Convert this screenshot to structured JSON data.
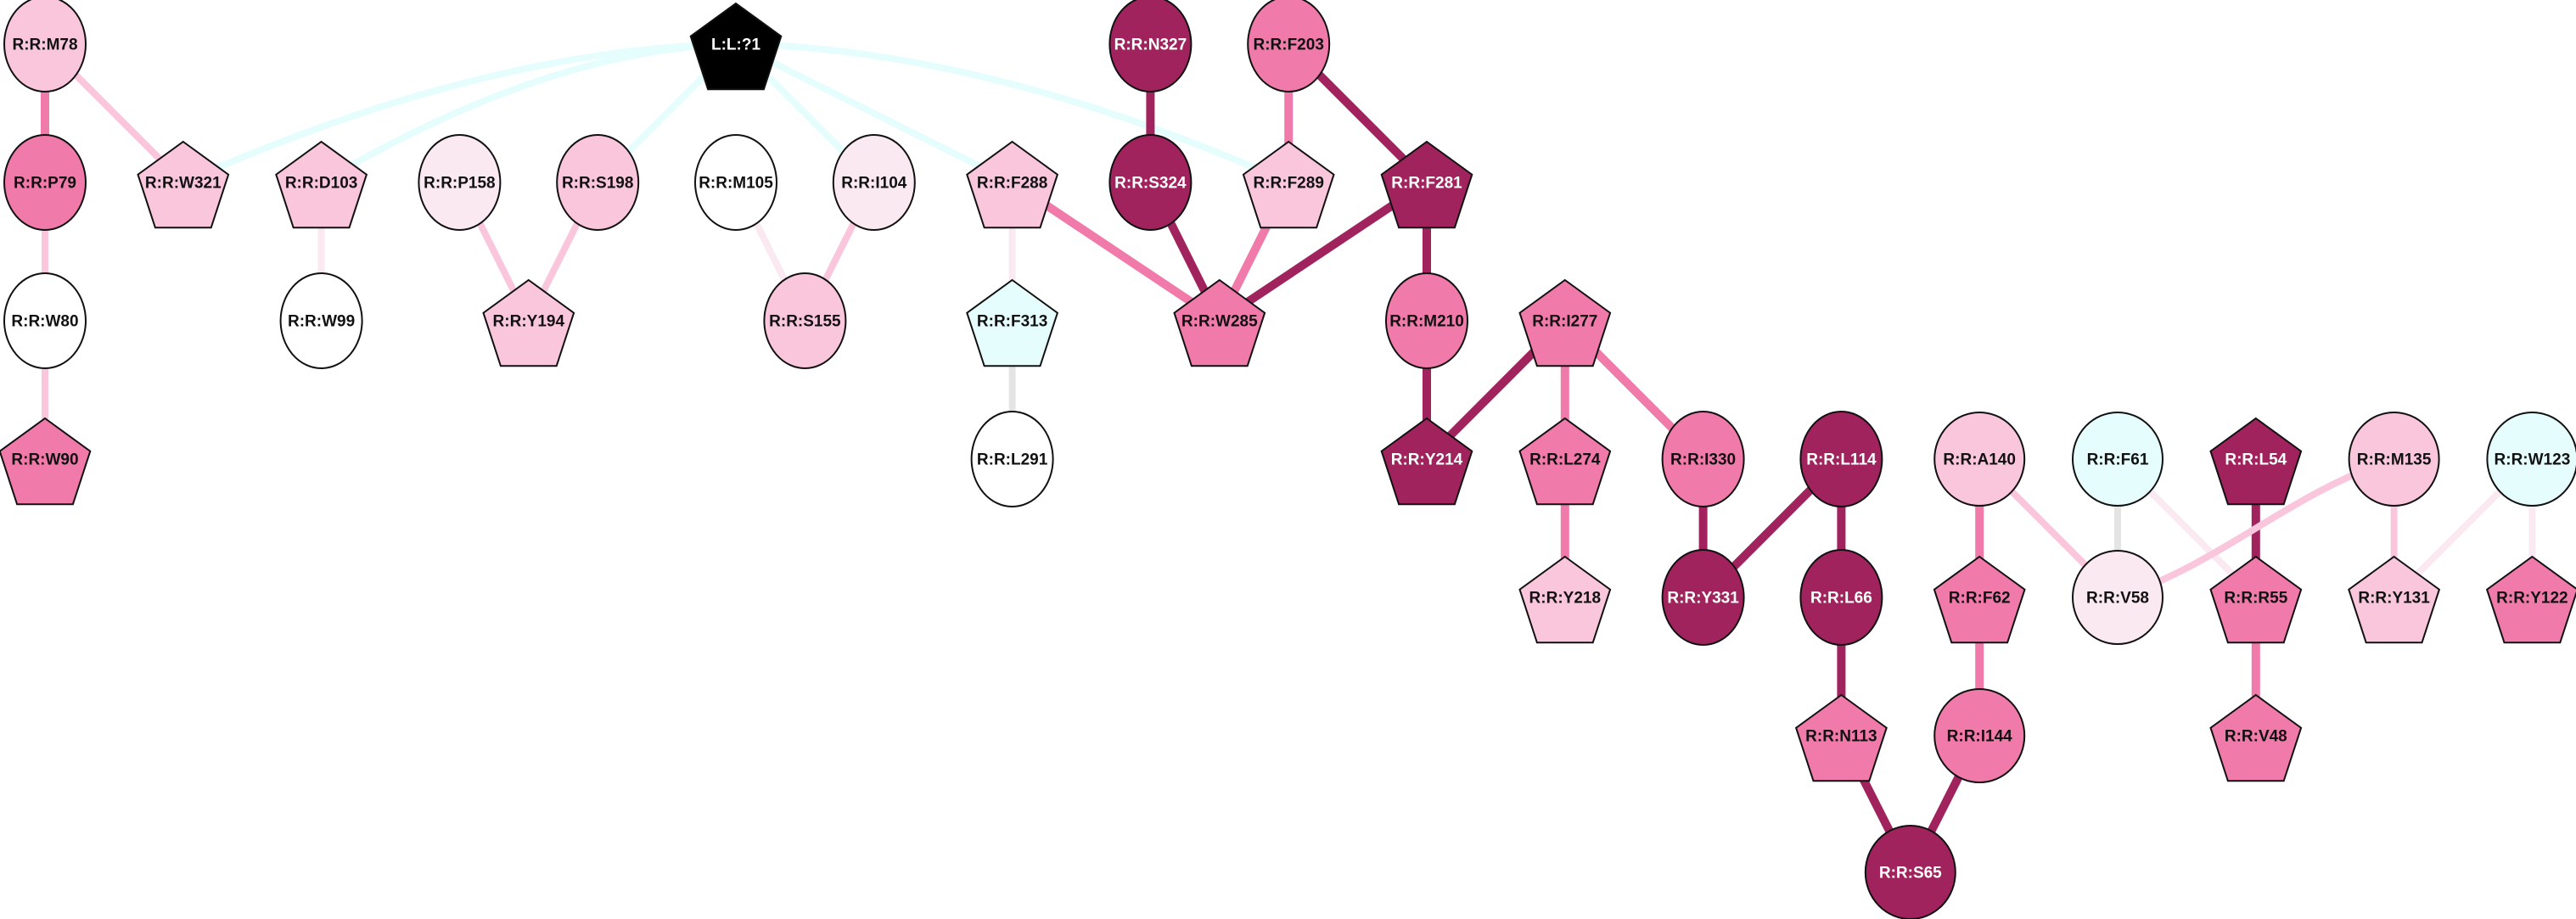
{
  "diagram": {
    "type": "residue-interaction-network",
    "colors": {
      "ligand": "#000000",
      "dark": "#a0235e",
      "medium": "#f07aa9",
      "light": "#f9c6dc",
      "lightest": "#fbe9f1",
      "white": "#ffffff",
      "cyan": "#e6fdfd",
      "gray": "#e4e4e4",
      "text_dark": "#111111",
      "text_light": "#ffffff"
    },
    "nodes": [
      {
        "id": "M78",
        "label": "R:R:M78",
        "shape": "ellipse",
        "fill": "light"
      },
      {
        "id": "L1",
        "label": "L:L:?1",
        "shape": "pentagon",
        "fill": "ligand"
      },
      {
        "id": "N327",
        "label": "R:R:N327",
        "shape": "ellipse",
        "fill": "dark"
      },
      {
        "id": "F203",
        "label": "R:R:F203",
        "shape": "ellipse",
        "fill": "medium"
      },
      {
        "id": "P79",
        "label": "R:R:P79",
        "shape": "ellipse",
        "fill": "medium"
      },
      {
        "id": "W321",
        "label": "R:R:W321",
        "shape": "pentagon",
        "fill": "light"
      },
      {
        "id": "D103",
        "label": "R:R:D103",
        "shape": "pentagon",
        "fill": "light"
      },
      {
        "id": "P158",
        "label": "R:R:P158",
        "shape": "ellipse",
        "fill": "lightest"
      },
      {
        "id": "S198",
        "label": "R:R:S198",
        "shape": "ellipse",
        "fill": "light"
      },
      {
        "id": "M105",
        "label": "R:R:M105",
        "shape": "ellipse",
        "fill": "white"
      },
      {
        "id": "I104",
        "label": "R:R:I104",
        "shape": "ellipse",
        "fill": "lightest"
      },
      {
        "id": "F288",
        "label": "R:R:F288",
        "shape": "pentagon",
        "fill": "light"
      },
      {
        "id": "S324",
        "label": "R:R:S324",
        "shape": "ellipse",
        "fill": "dark"
      },
      {
        "id": "F289",
        "label": "R:R:F289",
        "shape": "pentagon",
        "fill": "light"
      },
      {
        "id": "F281",
        "label": "R:R:F281",
        "shape": "pentagon",
        "fill": "dark"
      },
      {
        "id": "W80",
        "label": "R:R:W80",
        "shape": "ellipse",
        "fill": "white"
      },
      {
        "id": "W99",
        "label": "R:R:W99",
        "shape": "ellipse",
        "fill": "white"
      },
      {
        "id": "Y194",
        "label": "R:R:Y194",
        "shape": "pentagon",
        "fill": "light"
      },
      {
        "id": "S155",
        "label": "R:R:S155",
        "shape": "ellipse",
        "fill": "light"
      },
      {
        "id": "F313",
        "label": "R:R:F313",
        "shape": "pentagon",
        "fill": "cyan"
      },
      {
        "id": "W285",
        "label": "R:R:W285",
        "shape": "pentagon",
        "fill": "medium"
      },
      {
        "id": "M210",
        "label": "R:R:M210",
        "shape": "ellipse",
        "fill": "medium"
      },
      {
        "id": "I277",
        "label": "R:R:I277",
        "shape": "pentagon",
        "fill": "medium"
      },
      {
        "id": "W90",
        "label": "R:R:W90",
        "shape": "pentagon",
        "fill": "medium"
      },
      {
        "id": "L291",
        "label": "R:R:L291",
        "shape": "ellipse",
        "fill": "white"
      },
      {
        "id": "Y214",
        "label": "R:R:Y214",
        "shape": "pentagon",
        "fill": "dark"
      },
      {
        "id": "L274",
        "label": "R:R:L274",
        "shape": "pentagon",
        "fill": "medium"
      },
      {
        "id": "I330",
        "label": "R:R:I330",
        "shape": "ellipse",
        "fill": "medium"
      },
      {
        "id": "L114",
        "label": "R:R:L114",
        "shape": "ellipse",
        "fill": "dark"
      },
      {
        "id": "A140",
        "label": "R:R:A140",
        "shape": "ellipse",
        "fill": "light"
      },
      {
        "id": "F61",
        "label": "R:R:F61",
        "shape": "ellipse",
        "fill": "cyan"
      },
      {
        "id": "L54",
        "label": "R:R:L54",
        "shape": "pentagon",
        "fill": "dark"
      },
      {
        "id": "M135",
        "label": "R:R:M135",
        "shape": "ellipse",
        "fill": "light"
      },
      {
        "id": "W123",
        "label": "R:R:W123",
        "shape": "ellipse",
        "fill": "cyan"
      },
      {
        "id": "Y218",
        "label": "R:R:Y218",
        "shape": "pentagon",
        "fill": "light"
      },
      {
        "id": "Y331",
        "label": "R:R:Y331",
        "shape": "ellipse",
        "fill": "dark"
      },
      {
        "id": "L66",
        "label": "R:R:L66",
        "shape": "ellipse",
        "fill": "dark"
      },
      {
        "id": "F62",
        "label": "R:R:F62",
        "shape": "pentagon",
        "fill": "medium"
      },
      {
        "id": "V58",
        "label": "R:R:V58",
        "shape": "ellipse",
        "fill": "lightest"
      },
      {
        "id": "R55",
        "label": "R:R:R55",
        "shape": "pentagon",
        "fill": "medium"
      },
      {
        "id": "Y131",
        "label": "R:R:Y131",
        "shape": "pentagon",
        "fill": "light"
      },
      {
        "id": "Y122",
        "label": "R:R:Y122",
        "shape": "pentagon",
        "fill": "medium"
      },
      {
        "id": "N113",
        "label": "R:R:N113",
        "shape": "pentagon",
        "fill": "medium"
      },
      {
        "id": "I144",
        "label": "R:R:I144",
        "shape": "ellipse",
        "fill": "medium"
      },
      {
        "id": "V48",
        "label": "R:R:V48",
        "shape": "pentagon",
        "fill": "medium"
      },
      {
        "id": "S65",
        "label": "R:R:S65",
        "shape": "ellipse",
        "fill": "dark"
      }
    ],
    "edges": [
      {
        "from": "L1",
        "to": "W321",
        "color": "cyan",
        "curve": "arc"
      },
      {
        "from": "L1",
        "to": "D103",
        "color": "cyan",
        "curve": "arc"
      },
      {
        "from": "L1",
        "to": "S198",
        "color": "cyan"
      },
      {
        "from": "L1",
        "to": "I104",
        "color": "cyan"
      },
      {
        "from": "L1",
        "to": "F288",
        "color": "cyan"
      },
      {
        "from": "L1",
        "to": "F289",
        "color": "cyan",
        "curve": "arc"
      },
      {
        "from": "M78",
        "to": "P79",
        "color": "medium"
      },
      {
        "from": "M78",
        "to": "W321",
        "color": "light"
      },
      {
        "from": "P79",
        "to": "W80",
        "color": "light"
      },
      {
        "from": "W80",
        "to": "W90",
        "color": "light"
      },
      {
        "from": "D103",
        "to": "W99",
        "color": "lightest"
      },
      {
        "from": "P158",
        "to": "Y194",
        "color": "light"
      },
      {
        "from": "S198",
        "to": "Y194",
        "color": "light"
      },
      {
        "from": "M105",
        "to": "S155",
        "color": "lightest"
      },
      {
        "from": "I104",
        "to": "S155",
        "color": "light"
      },
      {
        "from": "F288",
        "to": "F313",
        "color": "lightest"
      },
      {
        "from": "F288",
        "to": "W285",
        "color": "medium"
      },
      {
        "from": "F313",
        "to": "L291",
        "color": "gray"
      },
      {
        "from": "N327",
        "to": "S324",
        "color": "dark"
      },
      {
        "from": "S324",
        "to": "W285",
        "color": "dark"
      },
      {
        "from": "F289",
        "to": "W285",
        "color": "medium"
      },
      {
        "from": "F203",
        "to": "F289",
        "color": "medium"
      },
      {
        "from": "F203",
        "to": "F281",
        "color": "dark"
      },
      {
        "from": "F281",
        "to": "W285",
        "color": "dark"
      },
      {
        "from": "F281",
        "to": "M210",
        "color": "dark"
      },
      {
        "from": "M210",
        "to": "Y214",
        "color": "dark"
      },
      {
        "from": "I277",
        "to": "Y214",
        "color": "dark"
      },
      {
        "from": "I277",
        "to": "L274",
        "color": "medium"
      },
      {
        "from": "I277",
        "to": "I330",
        "color": "medium"
      },
      {
        "from": "L274",
        "to": "Y218",
        "color": "medium"
      },
      {
        "from": "I330",
        "to": "Y331",
        "color": "dark"
      },
      {
        "from": "L114",
        "to": "Y331",
        "color": "dark"
      },
      {
        "from": "L114",
        "to": "L66",
        "color": "dark"
      },
      {
        "from": "L66",
        "to": "N113",
        "color": "dark"
      },
      {
        "from": "N113",
        "to": "S65",
        "color": "dark"
      },
      {
        "from": "I144",
        "to": "S65",
        "color": "dark"
      },
      {
        "from": "F62",
        "to": "I144",
        "color": "medium"
      },
      {
        "from": "A140",
        "to": "F62",
        "color": "medium"
      },
      {
        "from": "A140",
        "to": "V58",
        "color": "light"
      },
      {
        "from": "F61",
        "to": "V58",
        "color": "gray"
      },
      {
        "from": "F61",
        "to": "R55",
        "color": "lightest"
      },
      {
        "from": "L54",
        "to": "R55",
        "color": "dark"
      },
      {
        "from": "R55",
        "to": "V48",
        "color": "medium"
      },
      {
        "from": "M135",
        "to": "V58",
        "color": "light",
        "curve": "s"
      },
      {
        "from": "M135",
        "to": "Y131",
        "color": "light"
      },
      {
        "from": "W123",
        "to": "Y131",
        "color": "lightest"
      },
      {
        "from": "W123",
        "to": "Y122",
        "color": "lightest"
      }
    ]
  }
}
